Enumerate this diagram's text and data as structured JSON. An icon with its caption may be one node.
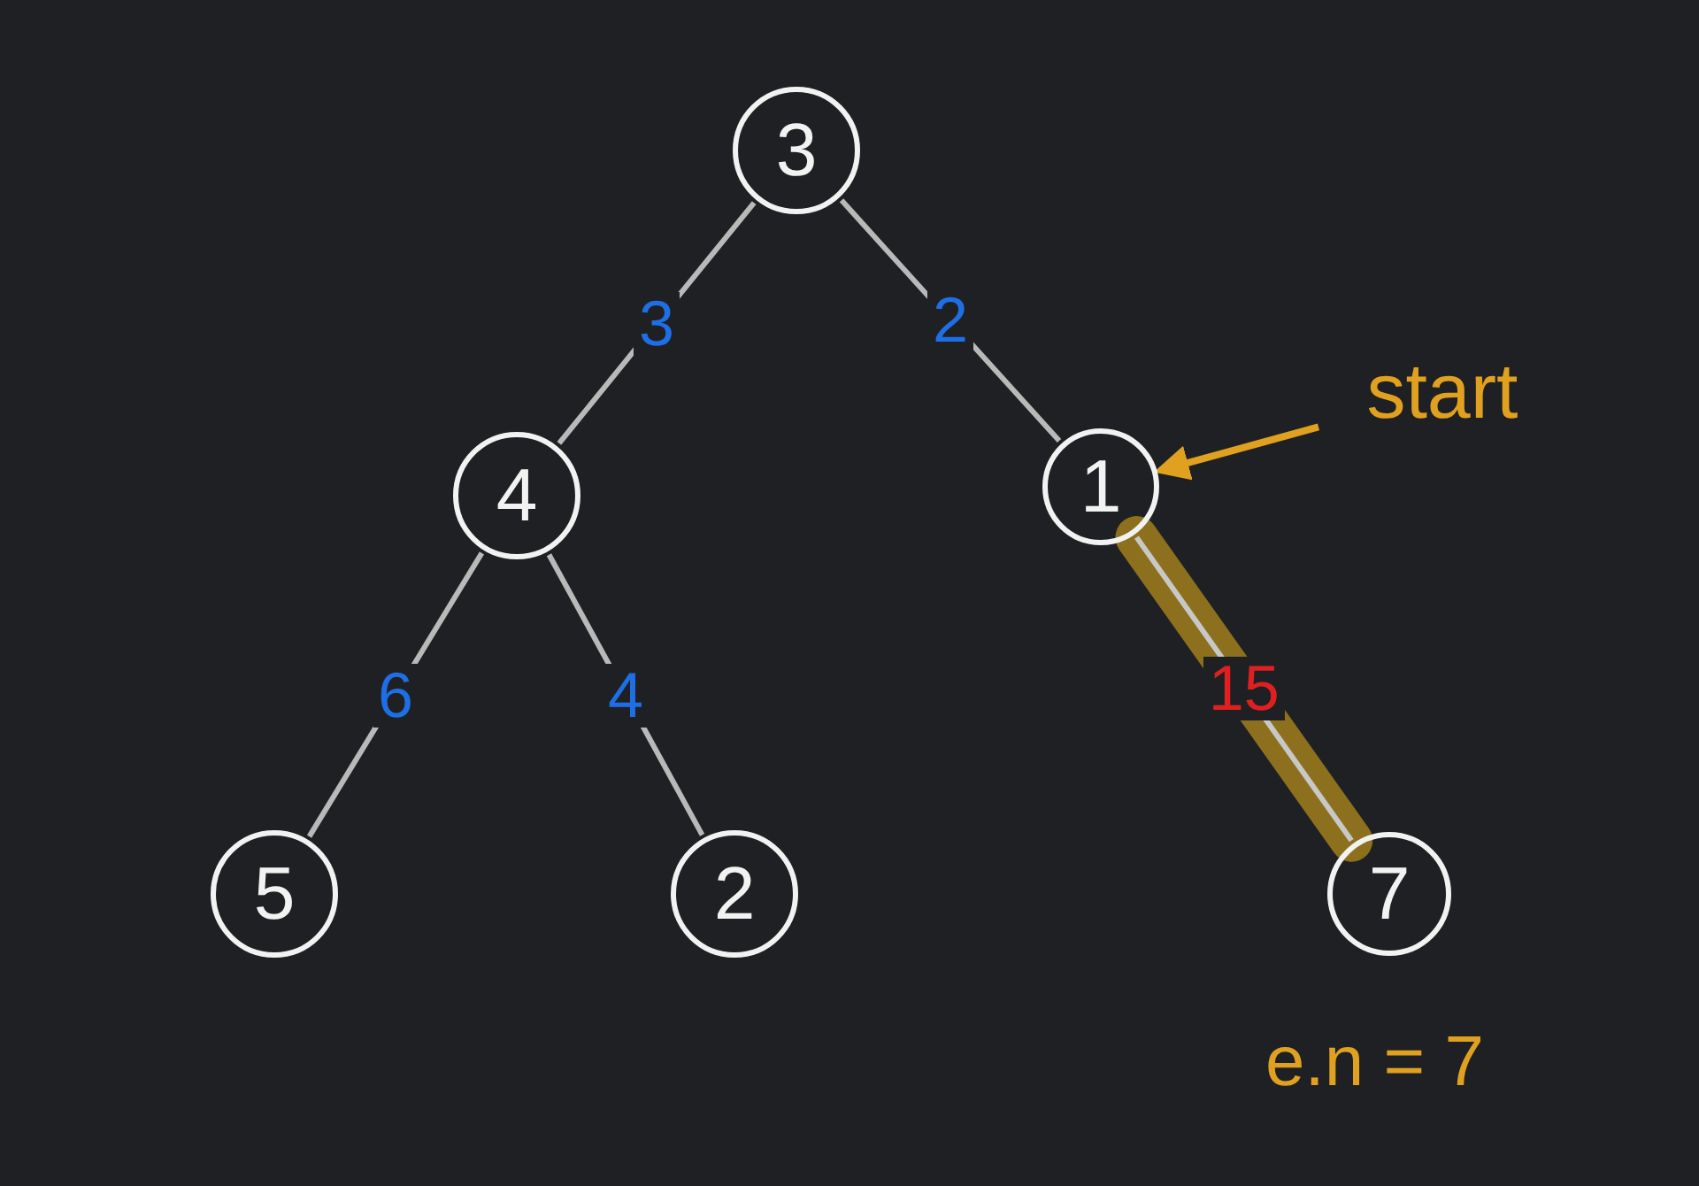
{
  "diagram": {
    "nodes": [
      {
        "text": [
          "3"
        ]
      },
      {
        "text": [
          "4"
        ]
      },
      {
        "text": [
          "1"
        ]
      },
      {
        "text": [
          "5"
        ]
      },
      {
        "text": [
          "2"
        ]
      },
      {
        "text": [
          "7"
        ],
        "beside": [
          "e.n = 7"
        ]
      },
      {
        "text": [
          "start"
        ]
      }
    ],
    "edges": [
      {
        "from": 0,
        "to": 1,
        "arrow": "none",
        "label": "3"
      },
      {
        "from": 0,
        "to": 2,
        "arrow": "none",
        "label": "2"
      },
      {
        "from": 1,
        "to": 3,
        "arrow": "none",
        "label": "6"
      },
      {
        "from": 1,
        "to": 4,
        "arrow": "none",
        "label": "4"
      },
      {
        "from": 2,
        "to": 5,
        "arrow": "none",
        "label": "15",
        "style": "thick",
        "color": "#a8841c"
      },
      {
        "from": 6,
        "to": 2,
        "arrow": "to",
        "color": "#e0a020"
      }
    ]
  }
}
